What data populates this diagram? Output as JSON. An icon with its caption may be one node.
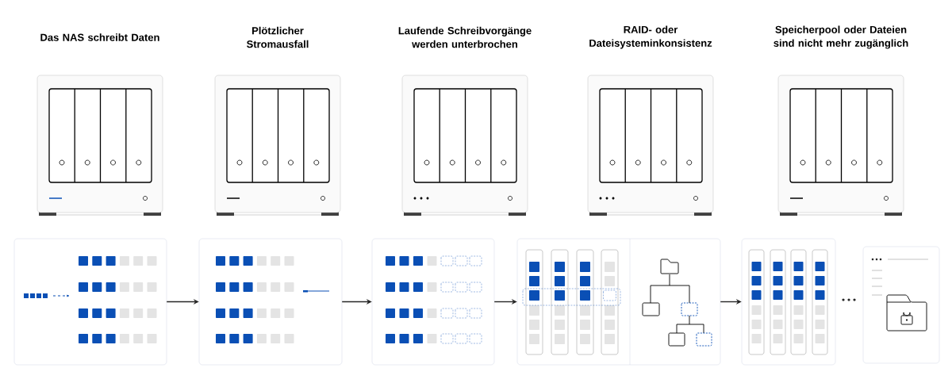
{
  "diagram": {
    "nodes": [
      {
        "text": [
          "Das NAS schreibt Daten"
        ]
      },
      {
        "text": [
          "Plötzlicher Stromausfall"
        ]
      },
      {
        "text": [
          "Laufende Schreibvorgänge werden unterbrochen"
        ]
      },
      {
        "text": [
          "RAID- oder Dateisysteminkonsistenz"
        ]
      },
      {
        "text": [
          "Speicherpool oder Dateien sind nicht mehr zugänglich"
        ]
      },
      {
        "text": [],
        "shape": "box"
      },
      {
        "text": [],
        "shape": "box"
      },
      {
        "text": [],
        "shape": "box"
      },
      {
        "text": [],
        "shape": "box"
      },
      {
        "text": [],
        "shape": "box"
      },
      {
        "text": [],
        "shape": "box"
      }
    ],
    "edges": [
      {
        "from": 5,
        "to": 6,
        "arrow": "to"
      },
      {
        "from": 6,
        "to": 7,
        "arrow": "to"
      },
      {
        "from": 7,
        "to": 8,
        "arrow": "to"
      },
      {
        "from": 8,
        "to": 9,
        "arrow": "to"
      }
    ]
  }
}
